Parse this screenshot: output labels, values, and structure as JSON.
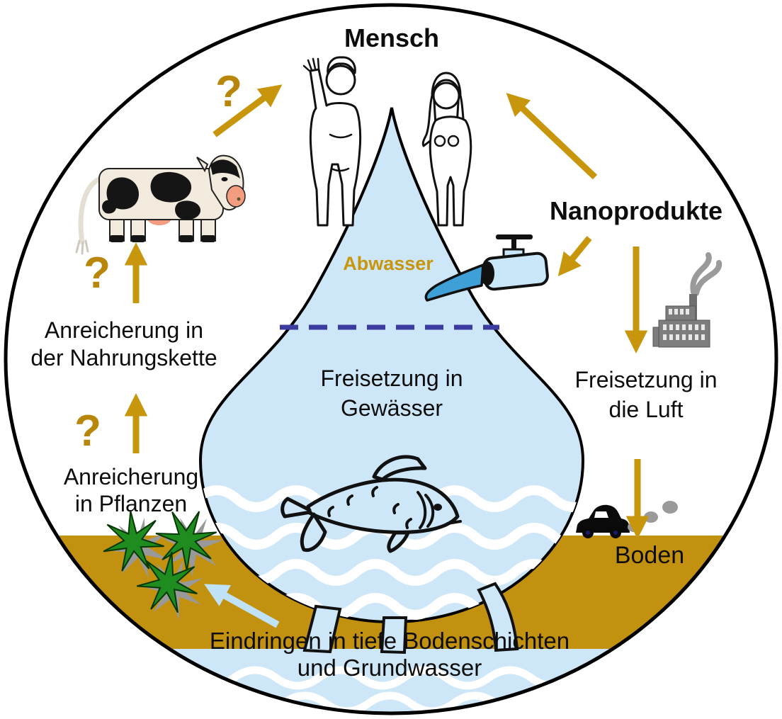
{
  "diagram": {
    "labels": {
      "mensch": "Mensch",
      "nanoprodukte": "Nanoprodukte",
      "abwasser": "Abwasser",
      "freisetzung_gewaesser_line1": "Freisetzung in",
      "freisetzung_gewaesser_line2": "Gewässer",
      "freisetzung_luft_line1": "Freisetzung in",
      "freisetzung_luft_line2": "die Luft",
      "nahrungskette_line1": "Anreicherung in",
      "nahrungskette_line2": "der Nahrungskette",
      "pflanzen_line1": "Anreicherung",
      "pflanzen_line2": "in Pflanzen",
      "boden": "Boden",
      "eindringen_line1": "Eindringen in tiefe Bodenschichten",
      "eindringen_line2": "und Grundwasser",
      "question_mark": "?"
    },
    "colors": {
      "gold": "#C8960C",
      "goldDark": "#B8860B",
      "soil": "#C39110",
      "water": "#CDE6F8",
      "waterDeep": "#3FA0D8",
      "waterArrow": "#BFE2F7",
      "dashed": "#3C3CA0",
      "plantGreen": "#1E8C1E",
      "plantShadow": "#999999",
      "smoke": "#9A9A9A"
    }
  }
}
